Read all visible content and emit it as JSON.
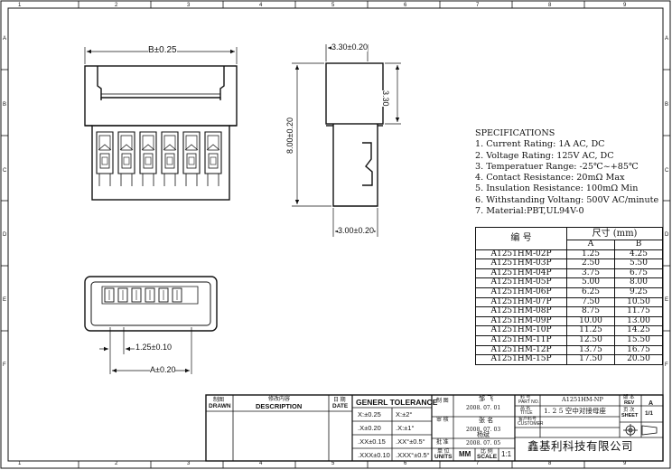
{
  "grid": {
    "columns": [
      "1",
      "2",
      "3",
      "4",
      "5",
      "6",
      "7",
      "8",
      "9"
    ],
    "rows": [
      "A",
      "B",
      "C",
      "D",
      "E",
      "F"
    ]
  },
  "dimensions": {
    "b_width": "B±0.25",
    "side_top": "3.30±0.20",
    "side_height": "3.30",
    "total_height": "8.00±0.20",
    "side_bottom": "3.00±0.20",
    "pitch": "1.25±0.10",
    "a_width": "A±0.20"
  },
  "specifications": {
    "title": "SPECIFICATIONS",
    "items": [
      "1. Current Rating: 1A AC, DC",
      "2. Voltage Rating: 125V AC, DC",
      "3. Temperatuer Range: -25℃~+85℃",
      "4. Contact Resistance: 20mΩ Max",
      "5. Insulation Resistance: 100mΩ Min",
      "6. Withstanding Voltang: 500V AC/minute",
      "7. Material:PBT,UL94V-0"
    ]
  },
  "parts_table": {
    "col_number": "编 号",
    "col_size": "尺寸 (mm)",
    "col_a": "A",
    "col_b": "B",
    "rows": [
      {
        "part": "A1251HM-02P",
        "a": "1.25",
        "b": "4.25"
      },
      {
        "part": "A1251HM-03P",
        "a": "2.50",
        "b": "5.50"
      },
      {
        "part": "A1251HM-04P",
        "a": "3.75",
        "b": "6.75"
      },
      {
        "part": "A1251HM-05P",
        "a": "5.00",
        "b": "8.00"
      },
      {
        "part": "A1251HM-06P",
        "a": "6.25",
        "b": "9.25"
      },
      {
        "part": "A1251HM-07P",
        "a": "7.50",
        "b": "10.50"
      },
      {
        "part": "A1251HM-08P",
        "a": "8.75",
        "b": "11.75"
      },
      {
        "part": "A1251HM-09P",
        "a": "10.00",
        "b": "13.00"
      },
      {
        "part": "A1251HM-10P",
        "a": "11.25",
        "b": "14.25"
      },
      {
        "part": "A1251HM-11P",
        "a": "12.50",
        "b": "15.50"
      },
      {
        "part": "A1251HM-12P",
        "a": "13.75",
        "b": "16.75"
      },
      {
        "part": "A1251HM-15P",
        "a": "17.50",
        "b": "20.50"
      }
    ]
  },
  "title_block": {
    "drawn_cn": "制图",
    "drawn": "DRAWN",
    "desc_cn": "修改内容",
    "desc": "DESCRIPTION",
    "date_cn": "日 期",
    "date": "DATE",
    "tolerance_title": "GENERL TOLERANCE",
    "tol": [
      "X:±0.25",
      "X:±2°",
      ".X±0.20",
      ".X:±1°",
      ".XX±0.15",
      ".XX°±0.5°",
      ".XXX±0.10",
      ".XXX°±0.5°"
    ],
    "draw_cn": "制 图",
    "check_cn": "审 核",
    "approve_cn": "批 准",
    "units_cn": "单 位",
    "units": "UNITS",
    "unit_value": "MM",
    "scale_cn": "比 例",
    "scale": "SCALE",
    "scale_value": "1:1",
    "signer_1": "邹 飞",
    "date_1": "2008. 07. 01",
    "signer_2": "张 名",
    "date_2": "2008. 07. 03",
    "signer_3": "杨斌",
    "date_3": "2008. 07. 05",
    "partno_cn": "料 号",
    "partno": "PART NO.",
    "partno_value": "A1251HM-NP",
    "name_cn": "品 名",
    "name": "TITLE",
    "name_value": "1. 2 5 空中对接母座",
    "customer_cn": "客户料号",
    "customer": "CUSTOMER",
    "rev_cn": "版 本",
    "rev": "REV",
    "rev_value": "A",
    "sheet_cn": "页 次",
    "sheet": "SHEET",
    "sheet_value": "1/1",
    "company": "鑫基利科技有限公司"
  }
}
